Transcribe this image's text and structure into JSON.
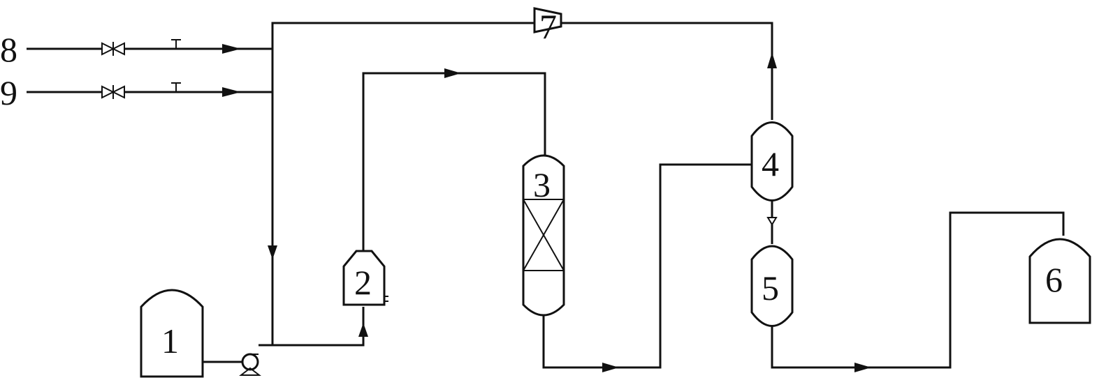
{
  "labels": {
    "tank_1": "1",
    "heater_2": "2",
    "reactor_3": "3",
    "separator_4": "4",
    "receiver_5": "5",
    "tank_6": "6",
    "compressor_7": "7",
    "feed_8": "8",
    "feed_9": "9"
  },
  "colors": {
    "line": "#111111",
    "background": "#ffffff"
  }
}
